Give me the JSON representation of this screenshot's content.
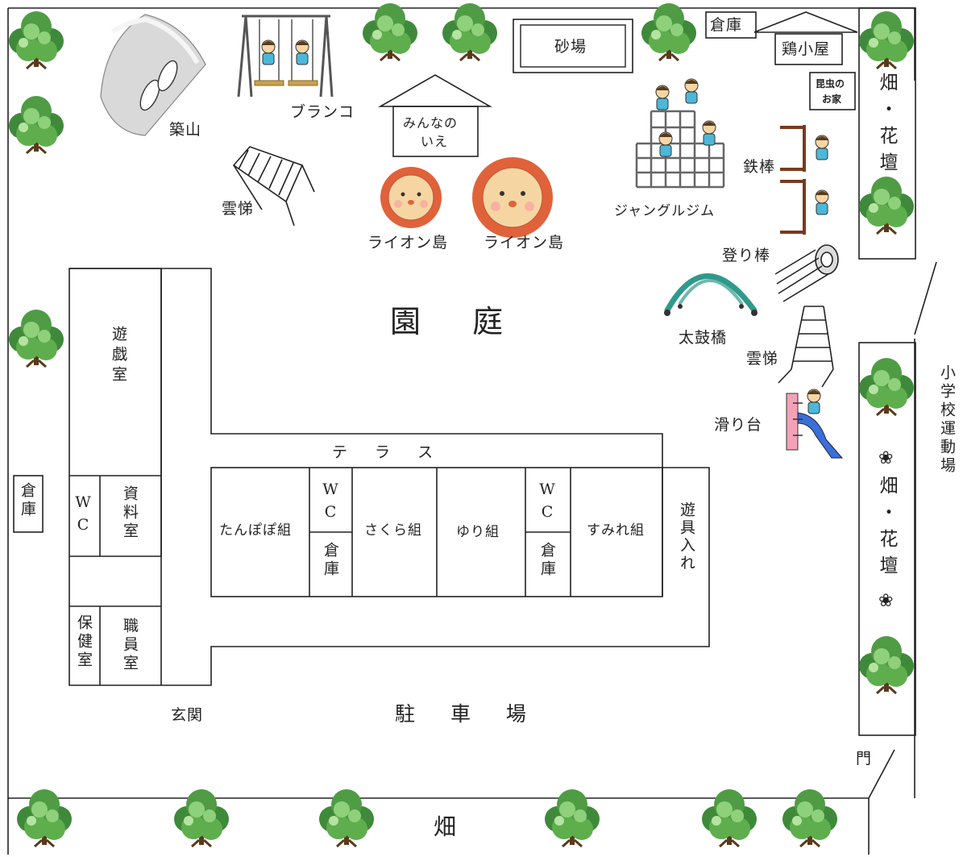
{
  "map": {
    "courtyard": "園 庭",
    "parking": "駐 車 場",
    "bottom_field": "畑",
    "entrance": "玄関",
    "gate": "門",
    "terrace": "テ ラ ス",
    "school_ground": "小学校運動場",
    "field_flowerbed_top": "畑・花壇",
    "field_flowerbed_right": "畑・花壇",
    "flower_symbol": "❀",
    "playground": {
      "artificial_hill": "築山",
      "swing": "ブランコ",
      "sandbox": "砂場",
      "storage": "倉庫",
      "chicken_coop": "鶏小屋",
      "insect_house_line1": "昆虫の",
      "insect_house_line2": "お家",
      "everyone_house_line1": "みんなの",
      "everyone_house_line2": "いえ",
      "monkey_bars": "雲悌",
      "lion_island_1": "ライオン島",
      "lion_island_2": "ライオン島",
      "jungle_gym": "ジャングルジム",
      "iron_bar": "鉄棒",
      "climbing_pole": "登り棒",
      "drum_bridge": "太鼓橋",
      "ladder": "雲悌",
      "slide": "滑り台"
    },
    "building": {
      "playroom": "遊戯室",
      "storage_left": "倉庫",
      "wc": "WC",
      "resource_room": "資料室",
      "nurse_room": "保健室",
      "staff_room": "職員室",
      "tanpopo": "たんぽぽ組",
      "wc2": "WC",
      "storage2": "倉庫",
      "sakura": "さくら組",
      "yuri": "ゆり組",
      "wc3": "WC",
      "storage3": "倉庫",
      "sumire": "すみれ組",
      "toy_storage": "遊具入れ"
    }
  },
  "colors": {
    "tree_dark": "#3f8a3a",
    "tree_mid": "#5fae4e",
    "tree_light": "#8fd07a",
    "trunk": "#5a3a1e",
    "lion_mane": "#e0623a",
    "lion_face": "#f5d6a3",
    "drum_bridge": "#2f9a8a",
    "slide_pink": "#f2a2b7",
    "slide_blue": "#3a6fd8"
  }
}
